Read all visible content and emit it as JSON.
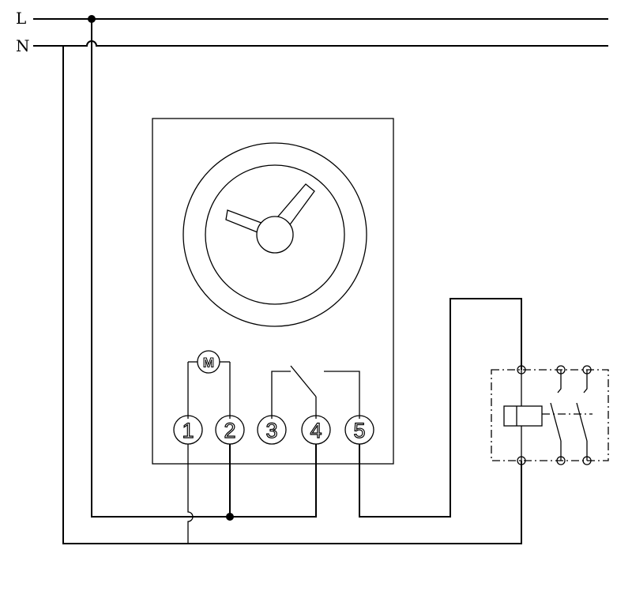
{
  "lines": {
    "live": "L",
    "neutral": "N"
  },
  "motor": {
    "label": "M"
  },
  "terminals": [
    {
      "label": "1"
    },
    {
      "label": "2"
    },
    {
      "label": "3"
    },
    {
      "label": "4"
    },
    {
      "label": "5"
    }
  ]
}
